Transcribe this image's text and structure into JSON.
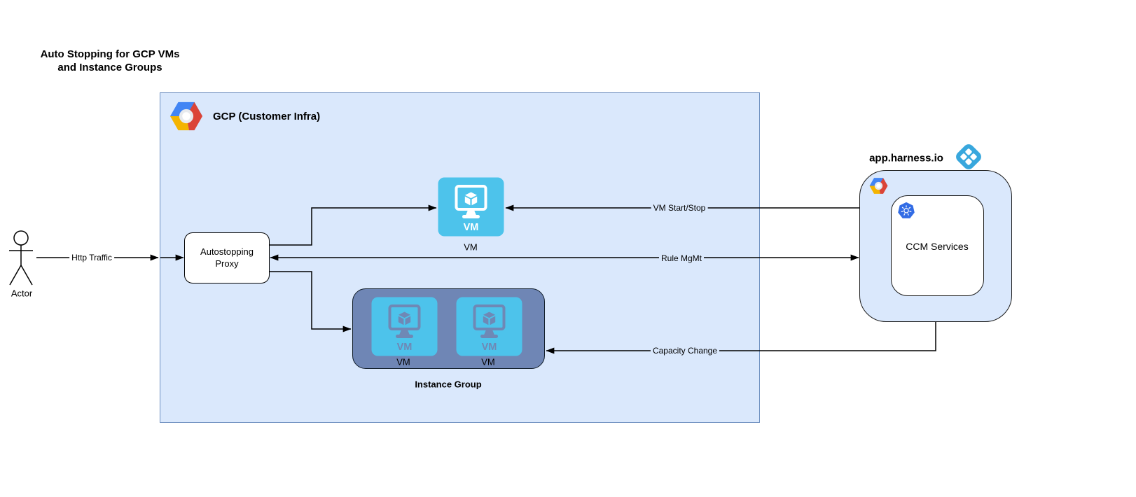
{
  "title": "Auto Stopping for GCP VMs\nand Instance Groups",
  "actor": {
    "label": "Actor"
  },
  "edges": {
    "http_traffic": {
      "label": "Http Traffic",
      "from": "Actor",
      "to": "Autostopping Proxy"
    },
    "vm_start_stop": {
      "label": "VM Start/Stop",
      "from": "app.harness.io",
      "to": "VM"
    },
    "rule_mgmt": {
      "label": "Rule MgMt",
      "between": [
        "Autostopping Proxy",
        "app.harness.io"
      ],
      "bidirectional": true
    },
    "capacity_change": {
      "label": "Capacity Change",
      "from": "app.harness.io",
      "to": "Instance Group"
    }
  },
  "gcp": {
    "label": "GCP (Customer Infra)",
    "proxy_label": "Autostopping Proxy",
    "vm": {
      "icon_label": "VM",
      "caption": "VM"
    },
    "instance_group": {
      "label": "Instance Group",
      "vms": [
        {
          "icon_label": "VM",
          "caption": "VM"
        },
        {
          "icon_label": "VM",
          "caption": "VM"
        }
      ]
    }
  },
  "harness": {
    "label": "app.harness.io",
    "ccm": {
      "label": "CCM Services"
    }
  },
  "icons": {
    "gcp_logo": "gcp-hexagon-logo",
    "harness_logo": "harness-diamond-logo",
    "kubernetes": "kubernetes-wheel",
    "vm": "monitor-with-cube",
    "actor": "stick-figure"
  },
  "colors": {
    "gcp_container_fill": "#dae8fc",
    "gcp_container_border": "#6c8ebf",
    "vm_tile": "#4dc3eb",
    "instance_group_fill": "#6f86b5",
    "harness_box_fill": "#dae8fc",
    "harness_logo_blue": "#38a7dd",
    "kubernetes_blue": "#326ce5",
    "gcp_logo_blue": "#4285f4",
    "gcp_logo_red": "#db4437",
    "gcp_logo_yellow": "#f4b400",
    "connector": "#000000"
  }
}
